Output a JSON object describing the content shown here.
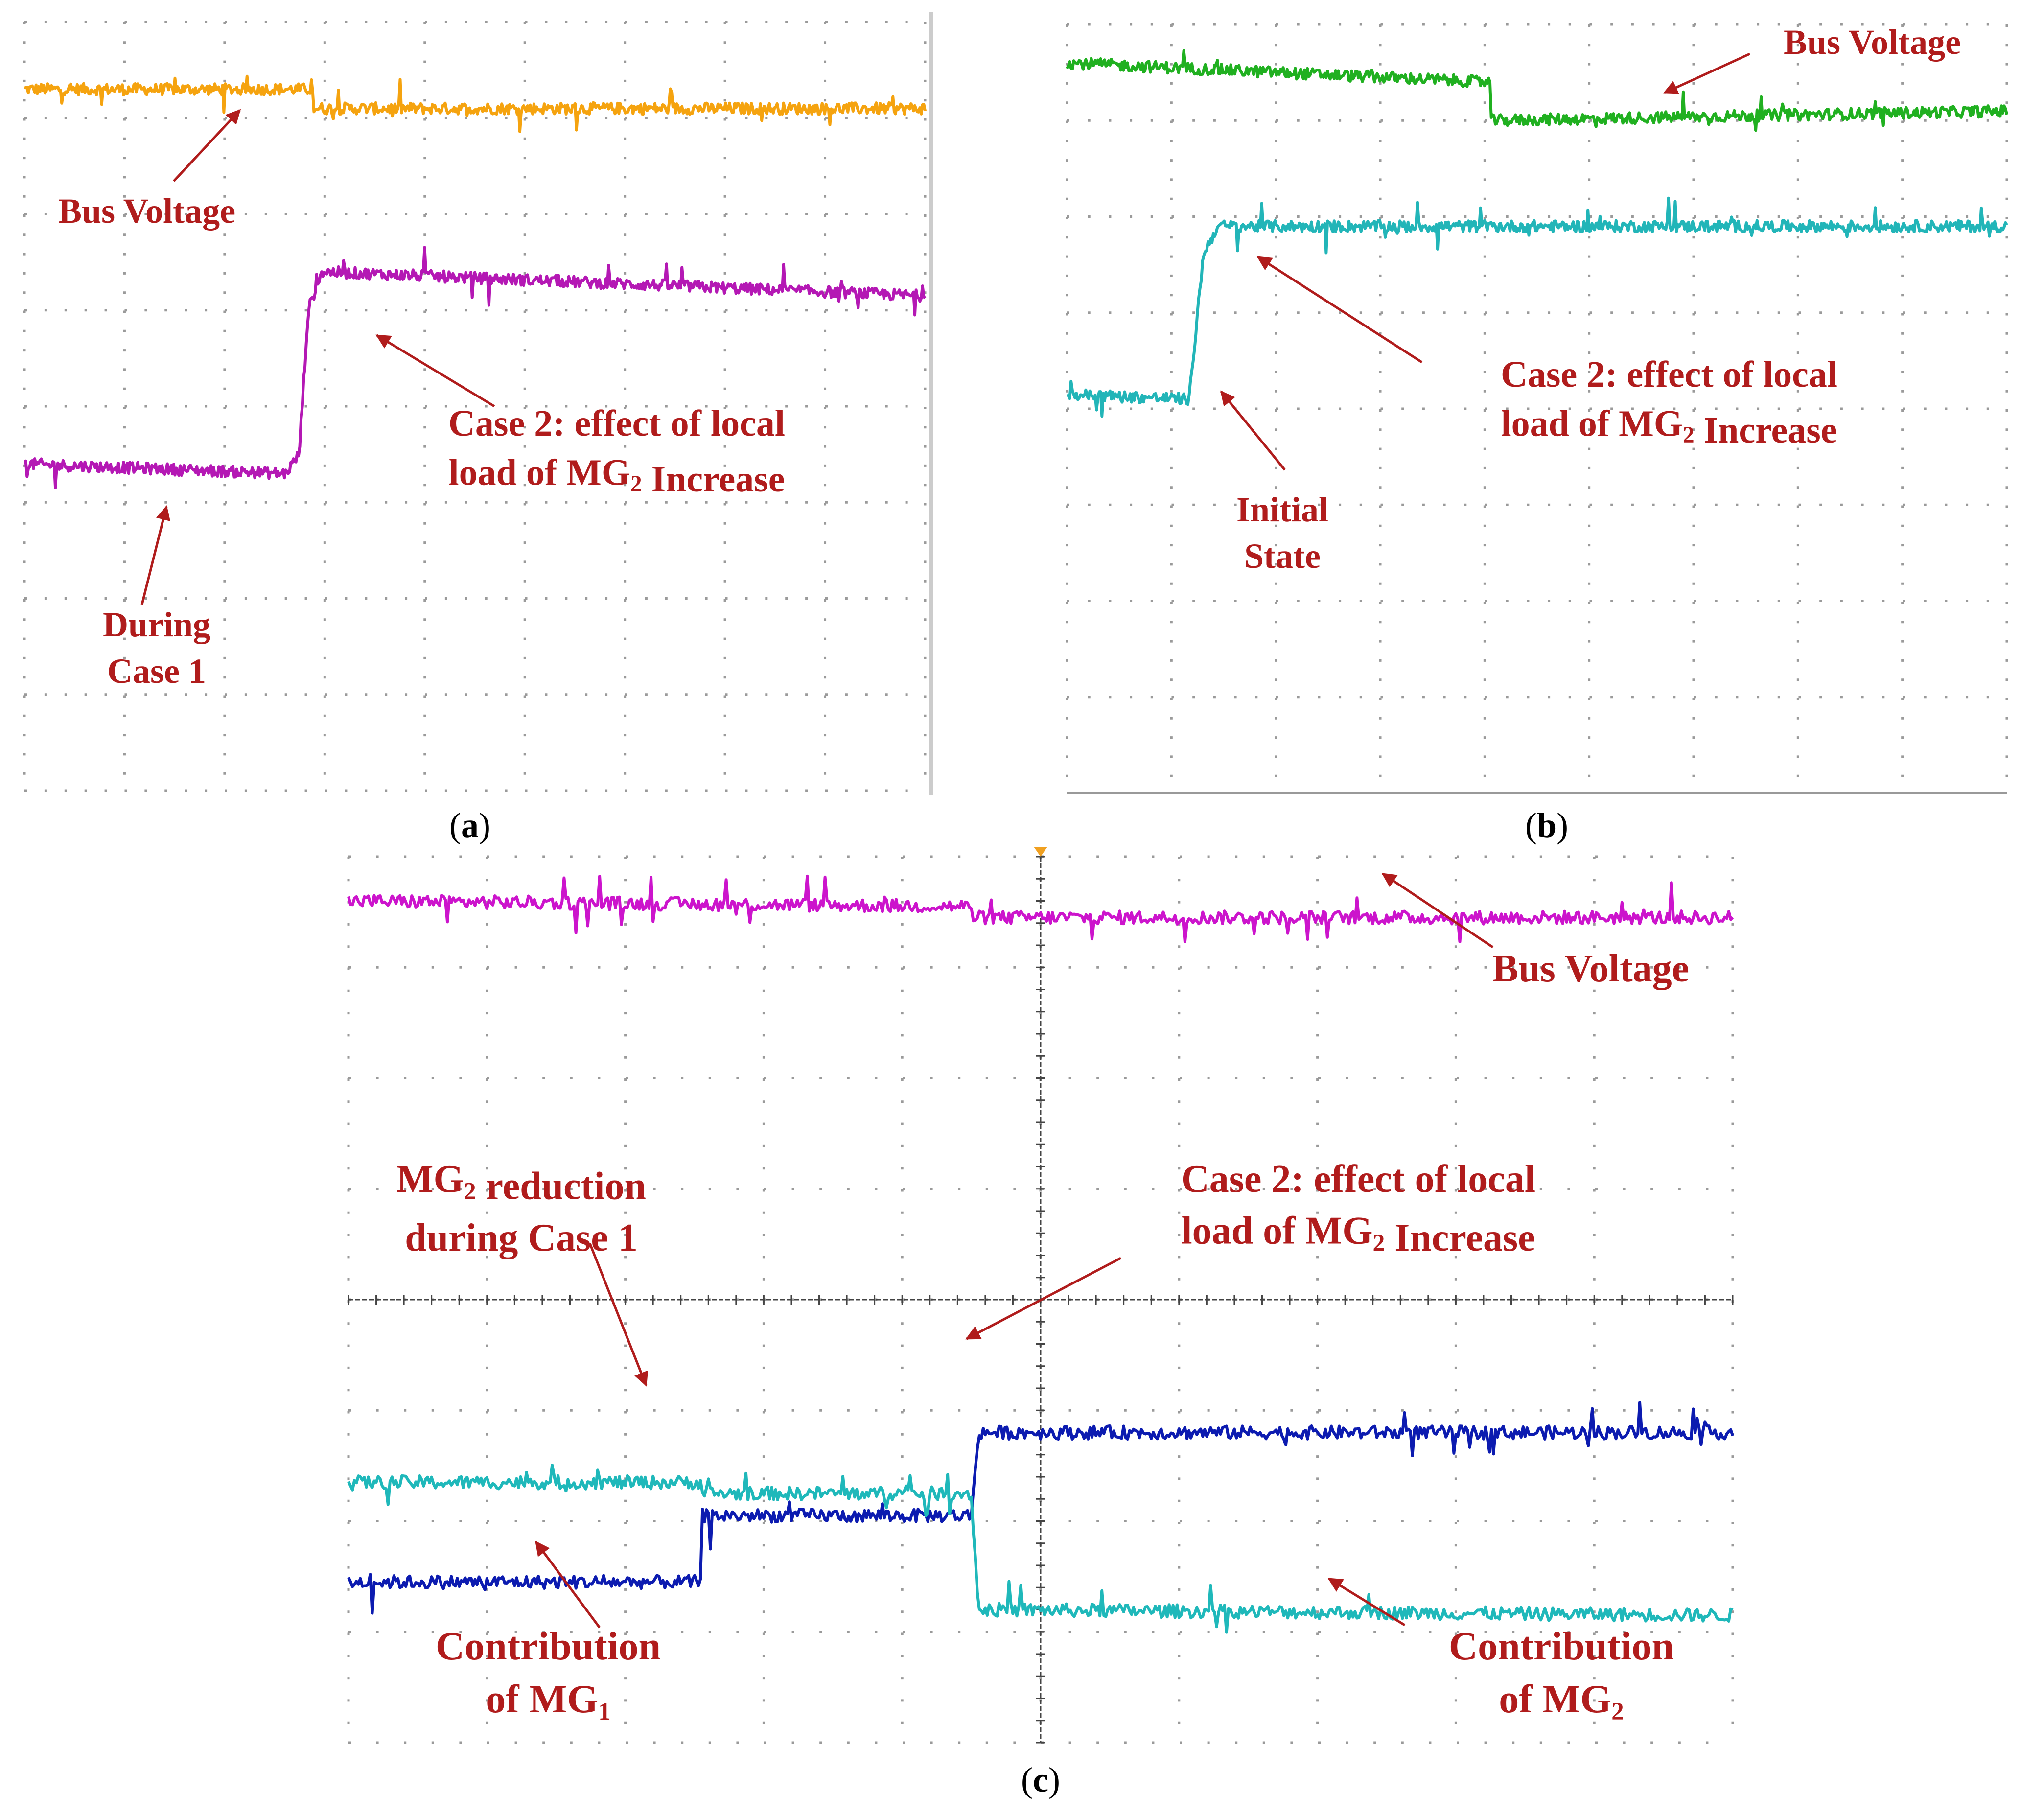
{
  "colors": {
    "annotation": "#b01c1c",
    "grid": "#9a9a9a",
    "axis": "#444444",
    "trigger": "#f0a020"
  },
  "panels": [
    {
      "id": "a",
      "caption_letter": "a",
      "annotations": [
        {
          "id": "bus-voltage",
          "lines": [
            "Bus Voltage"
          ]
        },
        {
          "id": "case2",
          "lines": [
            "Case 2: effect of local",
            "load of MG|2| Increase"
          ]
        },
        {
          "id": "during-case1",
          "lines": [
            "During",
            "Case 1"
          ]
        }
      ]
    },
    {
      "id": "b",
      "caption_letter": "b",
      "annotations": [
        {
          "id": "bus-voltage",
          "lines": [
            "Bus Voltage"
          ]
        },
        {
          "id": "case2",
          "lines": [
            "Case 2: effect of local",
            "load of MG|2| Increase"
          ]
        },
        {
          "id": "initial-state",
          "lines": [
            "Initial",
            "State"
          ]
        }
      ]
    },
    {
      "id": "c",
      "caption_letter": "c",
      "annotations": [
        {
          "id": "bus-voltage",
          "lines": [
            "Bus Voltage"
          ]
        },
        {
          "id": "mg2-reduction",
          "lines": [
            "MG|2| reduction",
            "during Case 1"
          ]
        },
        {
          "id": "case2",
          "lines": [
            "Case 2: effect of local",
            "load of MG|2| Increase"
          ]
        },
        {
          "id": "contribution-mg1",
          "lines": [
            "Contribution",
            "of MG|1|"
          ]
        },
        {
          "id": "contribution-mg2",
          "lines": [
            "Contribution",
            "of MG|2|"
          ]
        }
      ]
    }
  ],
  "chart_data": [
    {
      "type": "line",
      "panel": "a",
      "title": "",
      "xlabel": "",
      "ylabel": "",
      "x_range": [
        0,
        10
      ],
      "y_range": [
        0,
        8
      ],
      "grid": true,
      "series": [
        {
          "color": "#f5a30f",
          "x": [
            0,
            3.2,
            3.2,
            10
          ],
          "y": [
            7.3,
            7.3,
            7.1,
            7.1
          ]
        },
        {
          "color": "#b418b4",
          "x": [
            0,
            2.9,
            3.05,
            3.15,
            3.3,
            10
          ],
          "y": [
            3.4,
            3.3,
            3.5,
            5.0,
            5.4,
            5.15
          ]
        }
      ]
    },
    {
      "type": "line",
      "panel": "b",
      "title": "",
      "xlabel": "",
      "ylabel": "",
      "x_range": [
        0,
        10
      ],
      "y_range": [
        0,
        8
      ],
      "grid": true,
      "series": [
        {
          "color": "#20b020",
          "x": [
            0,
            4.5,
            4.5,
            10
          ],
          "y": [
            7.6,
            7.4,
            7.0,
            7.1
          ]
        },
        {
          "color": "#22b5b8",
          "x": [
            0,
            1.3,
            1.45,
            1.6,
            10
          ],
          "y": [
            4.15,
            4.1,
            5.6,
            5.9,
            5.9
          ]
        }
      ]
    },
    {
      "type": "line",
      "panel": "c",
      "title": "",
      "xlabel": "",
      "ylabel": "",
      "x_range": [
        0,
        10
      ],
      "y_range": [
        0,
        8
      ],
      "grid": true,
      "series": [
        {
          "color": "#cc14cc",
          "x": [
            0,
            4.5,
            4.5,
            10
          ],
          "y": [
            7.6,
            7.55,
            7.45,
            7.45
          ]
        },
        {
          "color": "#0c1bb0",
          "x": [
            0,
            2.55,
            2.55,
            4.5,
            4.55,
            10
          ],
          "y": [
            1.45,
            1.45,
            2.05,
            2.05,
            2.8,
            2.8
          ]
        },
        {
          "color": "#1fb8ba",
          "x": [
            0,
            2.55,
            2.55,
            4.5,
            4.55,
            10
          ],
          "y": [
            2.35,
            2.35,
            2.25,
            2.25,
            1.2,
            1.15
          ]
        }
      ]
    }
  ]
}
